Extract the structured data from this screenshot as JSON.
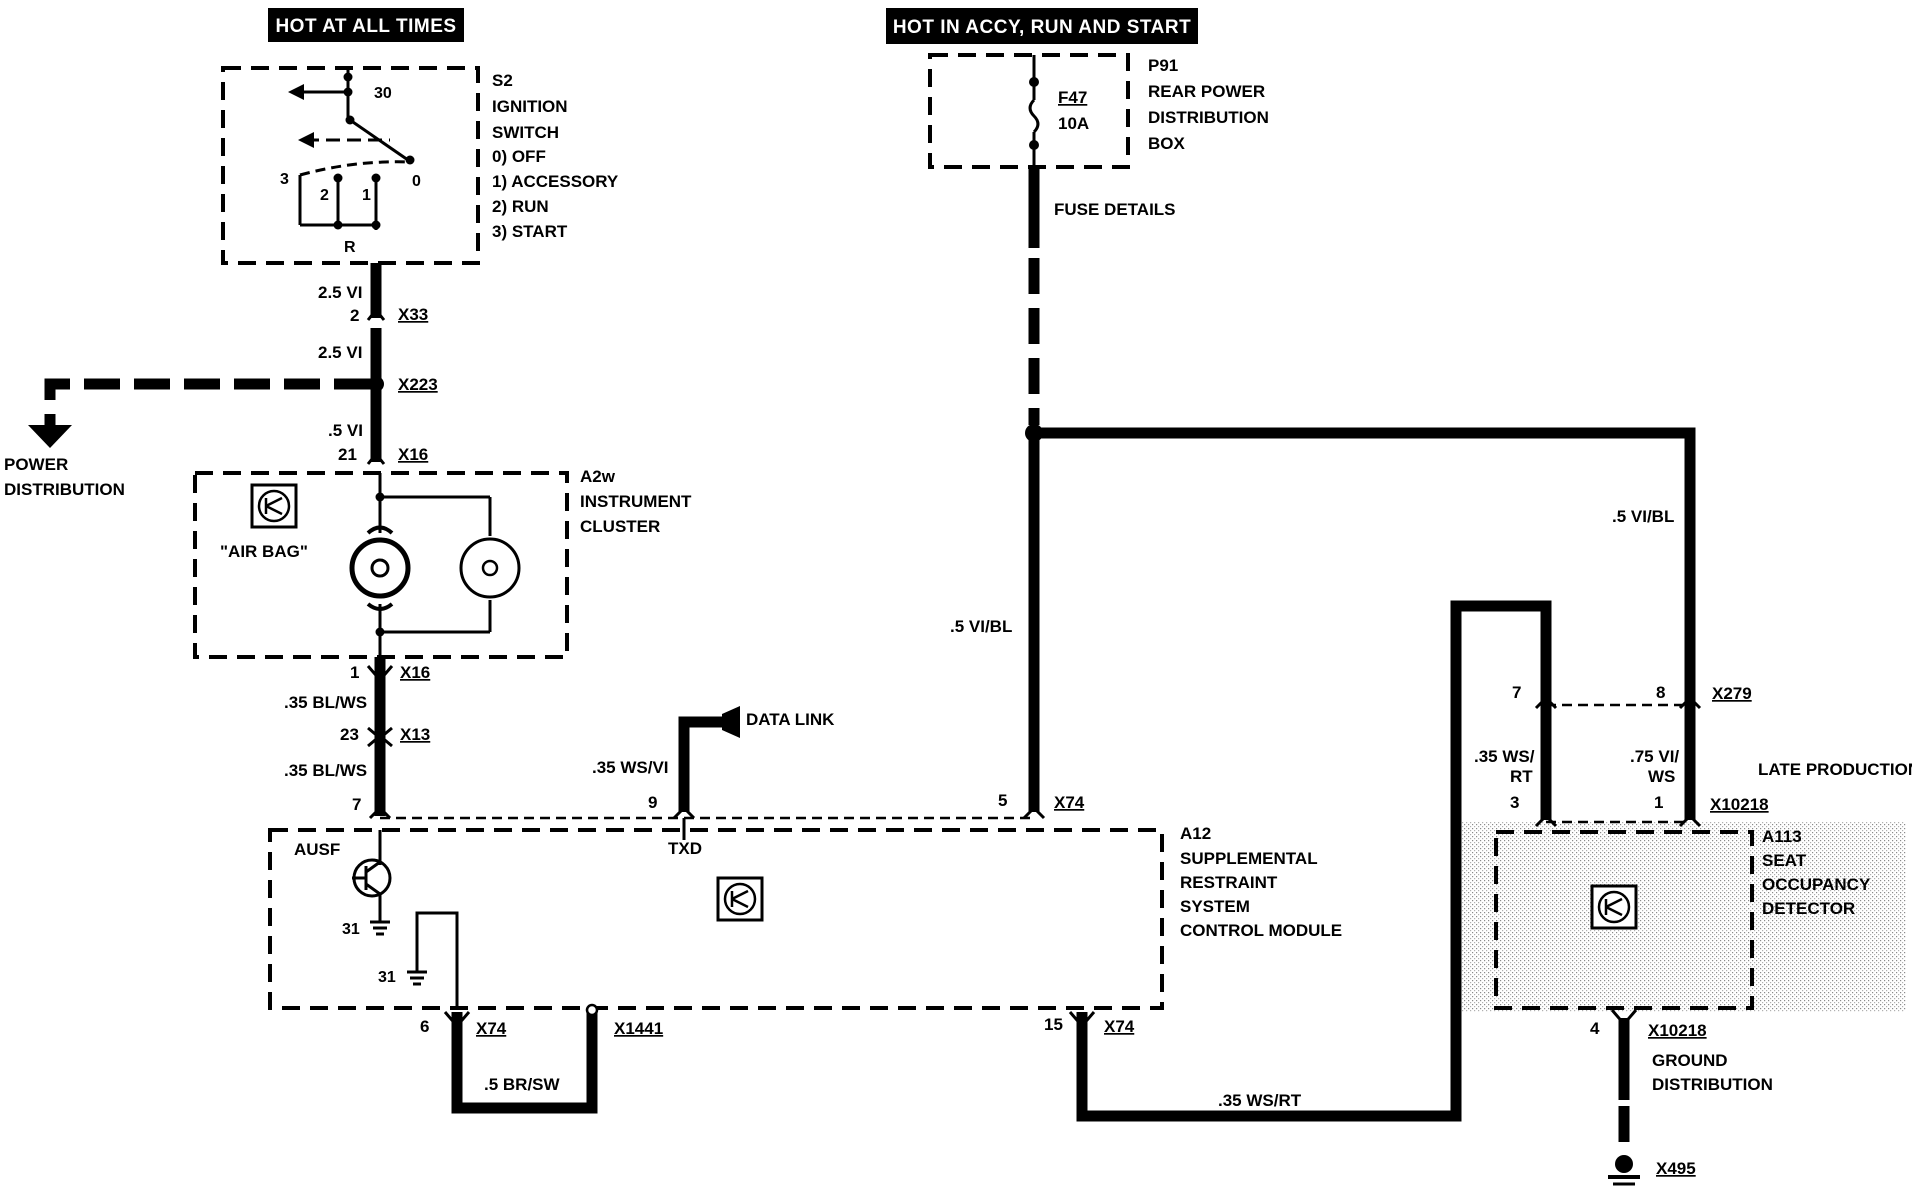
{
  "headers": {
    "hot_all_times": "HOT AT ALL TIMES",
    "hot_accy": "HOT IN ACCY, RUN AND START"
  },
  "ignition_switch": {
    "id": "S2",
    "name_line1": "IGNITION",
    "name_line2": "SWITCH",
    "positions": [
      "0)   OFF",
      "1)   ACCESSORY",
      "2)   RUN",
      "3)   START"
    ],
    "terminal_30": "30",
    "terminal_0": "0",
    "terminal_1": "1",
    "terminal_2": "2",
    "terminal_3": "3",
    "terminal_r": "R"
  },
  "fuse_box": {
    "id": "P91",
    "name_line1": "REAR POWER",
    "name_line2": "DISTRIBUTION",
    "name_line3": "BOX",
    "fuse_id": "F47",
    "fuse_rating": "10A",
    "fuse_details": "FUSE DETAILS"
  },
  "wires": {
    "w_25vi_a": "2.5 VI",
    "w_25vi_b": "2.5 VI",
    "w_5vi": ".5 VI",
    "w_35blws_a": ".35 BL/WS",
    "w_35blws_b": ".35 BL/WS",
    "w_35wsvi": ".35 WS/VI",
    "w_5vibl_a": ".5 VI/BL",
    "w_5vibl_b": ".5 VI/BL",
    "w_35wsrt_a_line1": ".35 WS/",
    "w_35wsrt_a_line2": "RT",
    "w_75viws_line1": ".75 VI/",
    "w_75viws_line2": "WS",
    "w_5brsw": ".5 BR/SW",
    "w_35wsrt_b": ".35 WS/RT"
  },
  "connectors": {
    "x33": "X33",
    "x33_pin": "2",
    "x223": "X223",
    "x16_top": "X16",
    "x16_top_pin": "21",
    "x16_bot": "X16",
    "x16_bot_pin": "1",
    "x13": "X13",
    "x13_pin": "23",
    "x74_a12_pin7": "7",
    "x74_a12_pin9": "9",
    "x74_a12_pin5": "5",
    "x74_top": "X74",
    "x74_bot_left": "X74",
    "x74_bot_left_pin": "6",
    "x1441": "X1441",
    "x74_bot_right": "X74",
    "x74_bot_right_pin": "15",
    "x279": "X279",
    "x279_pin7": "7",
    "x279_pin8": "8",
    "x10218_top": "X10218",
    "x10218_pin3": "3",
    "x10218_pin1": "1",
    "x10218_bot": "X10218",
    "x10218_bot_pin": "4",
    "x495": "X495"
  },
  "power_distribution": {
    "line1": "POWER",
    "line2": "DISTRIBUTION"
  },
  "instrument_cluster": {
    "id": "A2w",
    "name_line1": "INSTRUMENT",
    "name_line2": "CLUSTER",
    "lamp_label": "\"AIR BAG\""
  },
  "data_link": "DATA LINK",
  "srs_module": {
    "id": "A12",
    "name_line1": "SUPPLEMENTAL",
    "name_line2": "RESTRAINT",
    "name_line3": "SYSTEM",
    "name_line4": "CONTROL MODULE",
    "ausf": "AUSF",
    "txd": "TXD",
    "gnd_a": "31",
    "gnd_b": "31"
  },
  "seat_detector": {
    "id": "A113",
    "name_line1": "SEAT",
    "name_line2": "OCCUPANCY",
    "name_line3": "DETECTOR",
    "late_production": "LATE PRODUCTION"
  },
  "ground_distribution": {
    "line1": "GROUND",
    "line2": "DISTRIBUTION"
  }
}
